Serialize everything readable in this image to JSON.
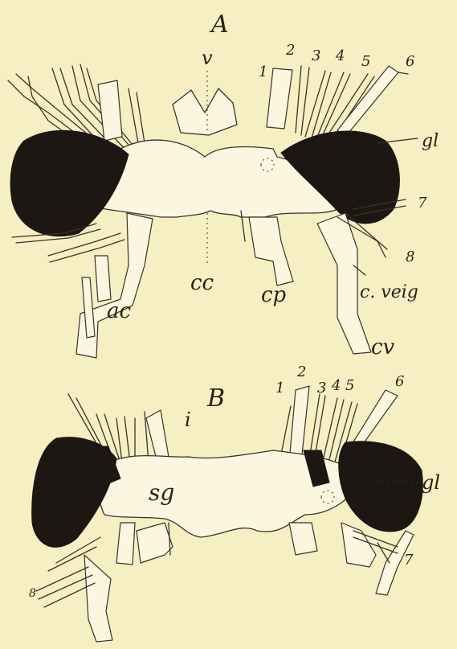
{
  "figure_a": {
    "title": "A",
    "labels": {
      "v": "v",
      "gl": "gl",
      "cc": "cc",
      "cp": "cp",
      "c_veig": "c. veig",
      "ac": "ac",
      "cv": "cv",
      "n1": "1",
      "n2": "2",
      "n3": "3",
      "n4": "4",
      "n5": "5",
      "n6": "6",
      "n7": "7",
      "n8": "8"
    }
  },
  "figure_b": {
    "title": "B",
    "labels": {
      "i": "i",
      "gl": "gl",
      "sg": "sg",
      "n1": "1",
      "n2": "2",
      "n3": "3",
      "n4": "4",
      "n5": "5",
      "n6": "6",
      "n7": "7",
      "n8": "8"
    }
  }
}
